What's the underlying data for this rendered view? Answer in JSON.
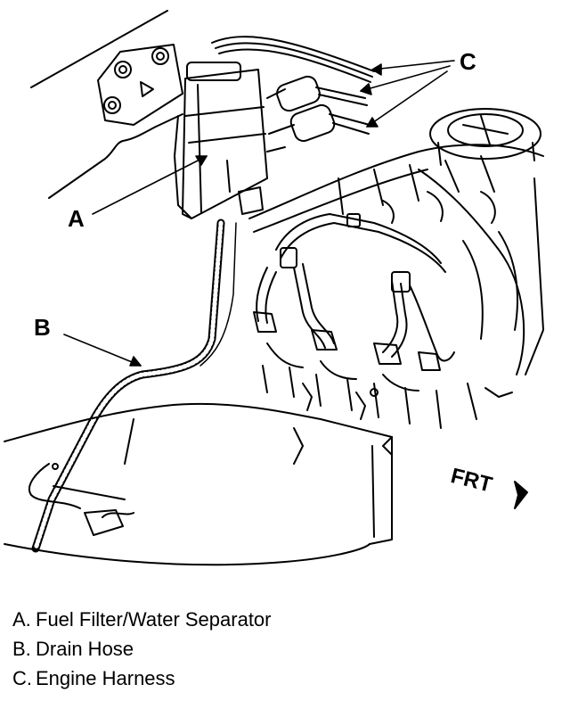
{
  "callouts": {
    "a": "A",
    "b": "B",
    "c": "C"
  },
  "direction_label": "FRT",
  "legend": [
    {
      "key": "A.",
      "text": "Fuel Filter/Water Separator"
    },
    {
      "key": "B.",
      "text": "Drain Hose"
    },
    {
      "key": "C.",
      "text": "Engine Harness"
    }
  ],
  "colors": {
    "ink": "#000000",
    "paper": "#ffffff",
    "hose": "#555555"
  }
}
